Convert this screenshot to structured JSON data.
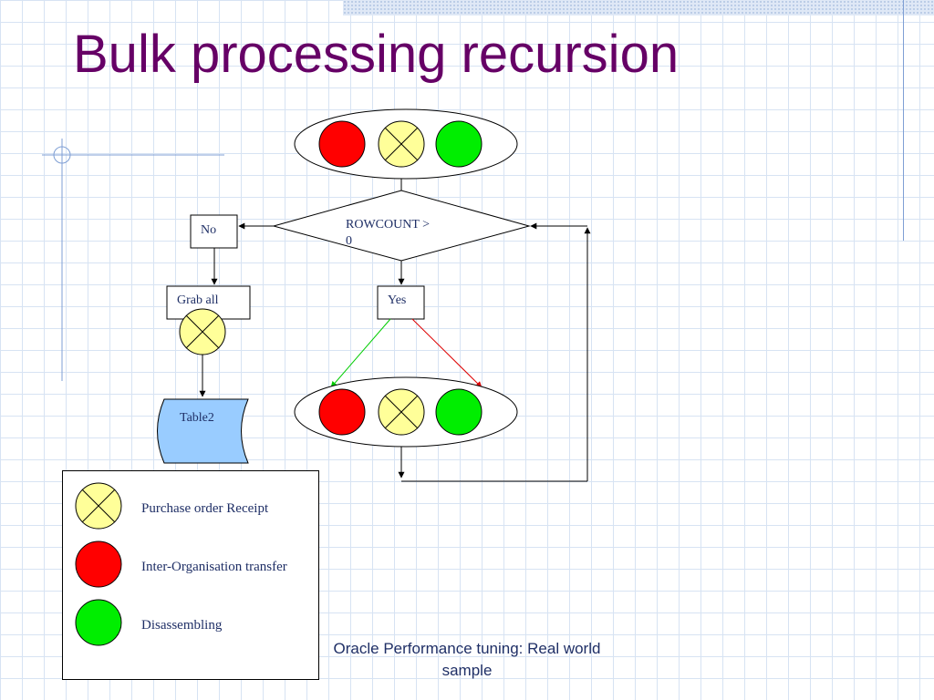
{
  "slide": {
    "title": "Bulk processing recursion",
    "footer": "Oracle Performance tuning: Real world sample"
  },
  "flowchart": {
    "decision": "ROWCOUNT > 0",
    "no_label": "No",
    "yes_label": "Yes",
    "grab_all_label": "Grab all",
    "table_label": "Table2"
  },
  "legend": {
    "items": [
      {
        "symbol": "x-circle",
        "label": "Purchase order Receipt"
      },
      {
        "symbol": "red-circle",
        "label": "Inter-Organisation transfer"
      },
      {
        "symbol": "green-circle",
        "label": "Disassembling"
      }
    ]
  },
  "colors": {
    "title": "#660066",
    "red": "#ff0000",
    "yellow": "#ffff99",
    "green": "#00ee00",
    "table_fill": "#99ccff",
    "text": "#1f2f66"
  }
}
